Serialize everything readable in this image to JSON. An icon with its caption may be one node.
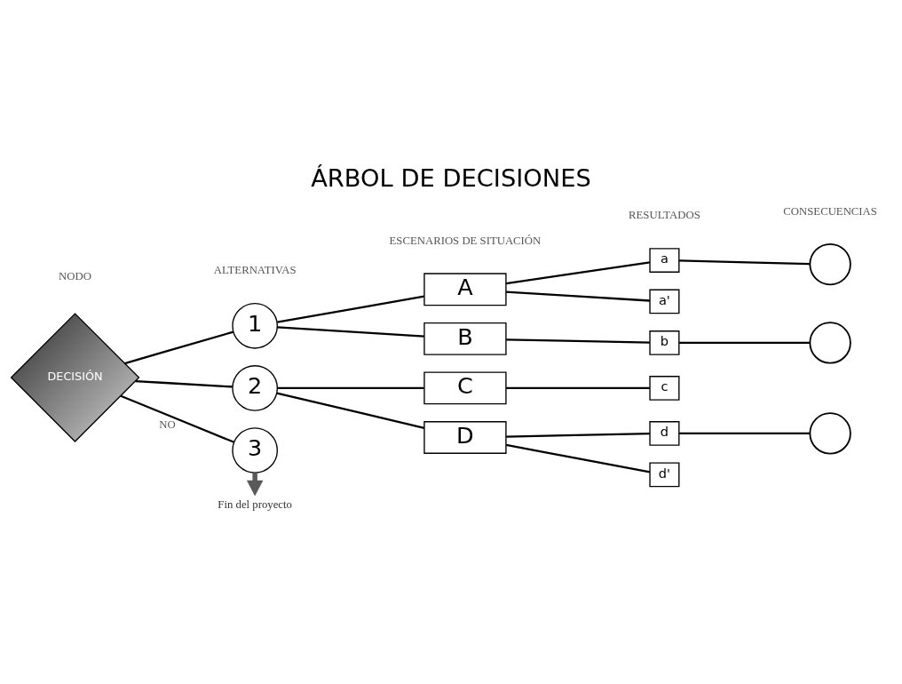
{
  "diagram": {
    "title": "ÁRBOL DE DECISIONES",
    "nodes": [
      {
        "text": [
          "DECISIÓN"
        ]
      },
      {
        "text": [
          "1"
        ]
      },
      {
        "text": [
          "2"
        ]
      },
      {
        "text": [
          "3"
        ]
      },
      {
        "text": [
          "A"
        ]
      },
      {
        "text": [
          "B"
        ]
      },
      {
        "text": [
          "C"
        ]
      },
      {
        "text": [
          "D"
        ]
      },
      {
        "text": [
          "a"
        ]
      },
      {
        "text": [
          "a'"
        ]
      },
      {
        "text": [
          "b"
        ]
      },
      {
        "text": [
          "c"
        ]
      },
      {
        "text": [
          "d"
        ]
      },
      {
        "text": [
          "d'"
        ]
      },
      {
        "text": [],
        "shape": "circle"
      },
      {
        "text": [],
        "shape": "circle"
      },
      {
        "text": [],
        "shape": "circle"
      },
      {
        "text": [
          "Fin del proyecto"
        ]
      }
    ],
    "edges": [
      {
        "from": 0,
        "to": 1,
        "arrow": "none"
      },
      {
        "from": 0,
        "to": 2,
        "arrow": "none"
      },
      {
        "from": 0,
        "to": 3,
        "arrow": "none",
        "label": "NO"
      },
      {
        "from": 1,
        "to": 4,
        "arrow": "none"
      },
      {
        "from": 1,
        "to": 5,
        "arrow": "none"
      },
      {
        "from": 2,
        "to": 6,
        "arrow": "none"
      },
      {
        "from": 2,
        "to": 7,
        "arrow": "none"
      },
      {
        "from": 4,
        "to": 8,
        "arrow": "none"
      },
      {
        "from": 4,
        "to": 9,
        "arrow": "none"
      },
      {
        "from": 5,
        "to": 10,
        "arrow": "none"
      },
      {
        "from": 6,
        "to": 11,
        "arrow": "none"
      },
      {
        "from": 7,
        "to": 12,
        "arrow": "none"
      },
      {
        "from": 7,
        "to": 13,
        "arrow": "none"
      },
      {
        "from": 8,
        "to": 14,
        "arrow": "none"
      },
      {
        "from": 10,
        "to": 15,
        "arrow": "none"
      },
      {
        "from": 12,
        "to": 16,
        "arrow": "none"
      },
      {
        "from": 3,
        "to": 17,
        "arrow": "to",
        "style": "thick",
        "color": "#5a5a5a"
      }
    ],
    "labels": [
      "NODO",
      "ALTERNATIVAS",
      "ESCENARIOS DE SITUACIÓN",
      "RESULTADOS",
      "CONSECUENCIAS"
    ]
  }
}
